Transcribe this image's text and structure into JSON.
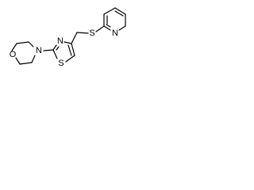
{
  "molecule": {
    "atoms": {
      "o_morpholine": "O",
      "n_morpholine": "N",
      "s_thiazole": "S",
      "n_thiazole": "N",
      "s_thioether": "S",
      "n_pyridine": "N"
    },
    "colors": {
      "bond": "#000000",
      "label": "#000000",
      "background": "#ffffff"
    }
  }
}
